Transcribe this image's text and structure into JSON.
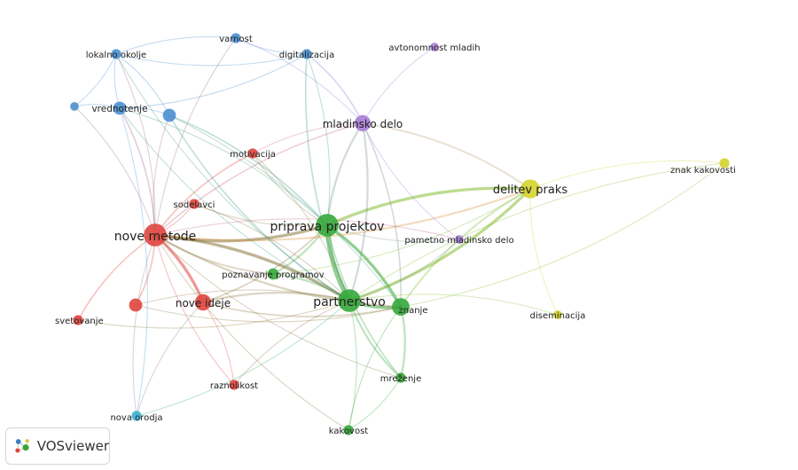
{
  "app": {
    "name": "VOSviewer"
  },
  "colors": {
    "red": "#e0453e",
    "green": "#35a83a",
    "blue": "#4a90d0",
    "purple": "#a97ed6",
    "yellow": "#d4d42e",
    "cyan": "#3ab0d0"
  },
  "nodes": [
    {
      "id": "nove_metode",
      "label": "nove metode",
      "cluster": "red",
      "size": 3
    },
    {
      "id": "nove_ideje",
      "label": "nove ideje",
      "cluster": "red",
      "size": 2
    },
    {
      "id": "motivacija",
      "label": "motivacija",
      "cluster": "red",
      "size": 1
    },
    {
      "id": "sodelavci",
      "label": "sodelavci",
      "cluster": "red",
      "size": 1
    },
    {
      "id": "svetovanje",
      "label": "svetovanje",
      "cluster": "red",
      "size": 1
    },
    {
      "id": "raznolikost",
      "label": "raznolikost",
      "cluster": "red",
      "size": 1
    },
    {
      "id": "red_unlabeled",
      "label": "",
      "cluster": "red",
      "size": 1.5
    },
    {
      "id": "priprava_projektov",
      "label": "priprava projektov",
      "cluster": "green",
      "size": 3
    },
    {
      "id": "partnerstvo",
      "label": "partnerstvo",
      "cluster": "green",
      "size": 3
    },
    {
      "id": "znanje",
      "label": "znanje",
      "cluster": "green",
      "size": 2.2
    },
    {
      "id": "poznavanje_programov",
      "label": "poznavanje programov",
      "cluster": "green",
      "size": 1.2
    },
    {
      "id": "mrezenje",
      "label": "mreženje",
      "cluster": "green",
      "size": 1
    },
    {
      "id": "kakovost",
      "label": "kakovost",
      "cluster": "green",
      "size": 1
    },
    {
      "id": "lokalno_okolje",
      "label": "lokalno okolje",
      "cluster": "blue",
      "size": 1
    },
    {
      "id": "varnost",
      "label": "varnost",
      "cluster": "blue",
      "size": 1
    },
    {
      "id": "digitalizacija",
      "label": "digitalizacija",
      "cluster": "blue",
      "size": 1
    },
    {
      "id": "vrednotenje",
      "label": "vrednotenje",
      "cluster": "blue",
      "size": 1.5
    },
    {
      "id": "blue_small",
      "label": "",
      "cluster": "blue",
      "size": 0.8
    },
    {
      "id": "blue_unlabeled",
      "label": "",
      "cluster": "blue",
      "size": 1.5
    },
    {
      "id": "mladinsko_delo",
      "label": "mladinsko delo",
      "cluster": "purple",
      "size": 2
    },
    {
      "id": "avtonomnost_mladih",
      "label": "avtonomnost mladih",
      "cluster": "purple",
      "size": 0.8
    },
    {
      "id": "pametno_mladinsko_delo",
      "label": "pametno mladinsko delo",
      "cluster": "purple",
      "size": 0.8
    },
    {
      "id": "delitev_praks",
      "label": "delitev praks",
      "cluster": "yellow",
      "size": 2.4
    },
    {
      "id": "znak_kakovosti",
      "label": "znak kakovosti",
      "cluster": "yellow",
      "size": 1
    },
    {
      "id": "diseminacija",
      "label": "diseminacija",
      "cluster": "yellow",
      "size": 0.8
    },
    {
      "id": "nova_orodja",
      "label": "nova orodja",
      "cluster": "cyan",
      "size": 1
    }
  ],
  "links": [
    [
      "priprava_projektov",
      "partnerstvo",
      5
    ],
    [
      "priprava_projektov",
      "znanje",
      3
    ],
    [
      "partnerstvo",
      "znanje",
      3
    ],
    [
      "priprava_projektov",
      "poznavanje_programov",
      2
    ],
    [
      "partnerstvo",
      "poznavanje_programov",
      2
    ],
    [
      "priprava_projektov",
      "nove_metode",
      3
    ],
    [
      "partnerstvo",
      "nove_metode",
      3
    ],
    [
      "nove_metode",
      "nove_ideje",
      3
    ],
    [
      "nove_metode",
      "znanje",
      2
    ],
    [
      "nove_ideje",
      "partnerstvo",
      2
    ],
    [
      "nove_ideje",
      "priprava_projektov",
      1.5
    ],
    [
      "priprava_projektov",
      "delitev_praks",
      3
    ],
    [
      "partnerstvo",
      "delitev_praks",
      3
    ],
    [
      "znanje",
      "delitev_praks",
      2
    ],
    [
      "nove_metode",
      "delitev_praks",
      2
    ],
    [
      "mladinsko_delo",
      "delitev_praks",
      2
    ],
    [
      "mladinsko_delo",
      "priprava_projektov",
      2
    ],
    [
      "mladinsko_delo",
      "partnerstvo",
      2
    ],
    [
      "mladinsko_delo",
      "digitalizacija",
      1.5
    ],
    [
      "mladinsko_delo",
      "avtonomnost_mladih",
      1
    ],
    [
      "mladinsko_delo",
      "pametno_mladinsko_delo",
      1
    ],
    [
      "mladinsko_delo",
      "znanje",
      1.5
    ],
    [
      "mladinsko_delo",
      "nove_metode",
      1.5
    ],
    [
      "delitev_praks",
      "znak_kakovosti",
      1
    ],
    [
      "delitev_praks",
      "diseminacija",
      1
    ],
    [
      "partnerstvo",
      "znak_kakovosti",
      1
    ],
    [
      "znanje",
      "znak_kakovosti",
      1
    ],
    [
      "partnerstvo",
      "diseminacija",
      1
    ],
    [
      "partnerstvo",
      "mrezenje",
      2
    ],
    [
      "znanje",
      "mrezenje",
      2
    ],
    [
      "priprava_projektov",
      "mrezenje",
      1.5
    ],
    [
      "partnerstvo",
      "kakovost",
      1
    ],
    [
      "znanje",
      "kakovost",
      1
    ],
    [
      "mrezenje",
      "kakovost",
      1
    ],
    [
      "nove_metode",
      "kakovost",
      1
    ],
    [
      "nove_metode",
      "motivacija",
      1.5
    ],
    [
      "motivacija",
      "priprava_projektov",
      1
    ],
    [
      "motivacija",
      "partnerstvo",
      1
    ],
    [
      "nove_metode",
      "sodelavci",
      1
    ],
    [
      "sodelavci",
      "partnerstvo",
      1
    ],
    [
      "nove_metode",
      "svetovanje",
      1.5
    ],
    [
      "nove_metode",
      "red_unlabeled",
      1.5
    ],
    [
      "nove_metode",
      "raznolikost",
      1
    ],
    [
      "raznolikost",
      "partnerstvo",
      1
    ],
    [
      "nove_metode",
      "vrednotenje",
      1.5
    ],
    [
      "vrednotenje",
      "lokalno_okolje",
      1
    ],
    [
      "vrednotenje",
      "blue_small",
      1
    ],
    [
      "vrednotenje",
      "blue_unlabeled",
      1
    ],
    [
      "vrednotenje",
      "digitalizacija",
      1
    ],
    [
      "vrednotenje",
      "priprava_projektov",
      1
    ],
    [
      "vrednotenje",
      "partnerstvo",
      1
    ],
    [
      "lokalno_okolje",
      "varnost",
      1
    ],
    [
      "lokalno_okolje",
      "digitalizacija",
      1
    ],
    [
      "lokalno_okolje",
      "nove_metode",
      1
    ],
    [
      "lokalno_okolje",
      "partnerstvo",
      1
    ],
    [
      "lokalno_okolje",
      "blue_unlabeled",
      1
    ],
    [
      "varnost",
      "digitalizacija",
      1
    ],
    [
      "varnost",
      "mladinsko_delo",
      1
    ],
    [
      "varnost",
      "nove_metode",
      1
    ],
    [
      "digitalizacija",
      "priprava_projektov",
      1
    ],
    [
      "digitalizacija",
      "partnerstvo",
      1.5
    ],
    [
      "blue_unlabeled",
      "priprava_projektov",
      1.5
    ],
    [
      "blue_unlabeled",
      "partnerstvo",
      1.5
    ],
    [
      "blue_unlabeled",
      "znanje",
      1
    ],
    [
      "blue_unlabeled",
      "nove_metode",
      1
    ],
    [
      "blue_small",
      "nove_metode",
      1
    ],
    [
      "blue_small",
      "lokalno_okolje",
      1
    ],
    [
      "nova_orodja",
      "nove_metode",
      1
    ],
    [
      "nova_orodja",
      "partnerstvo",
      1
    ],
    [
      "nova_orodja",
      "nove_ideje",
      1
    ],
    [
      "nova_orodja",
      "vrednotenje",
      1
    ],
    [
      "nove_ideje",
      "raznolikost",
      1
    ],
    [
      "nove_ideje",
      "znanje",
      1.5
    ],
    [
      "poznavanje_programov",
      "nove_metode",
      1.5
    ],
    [
      "poznavanje_programov",
      "delitev_praks",
      1
    ],
    [
      "pametno_mladinsko_delo",
      "priprava_projektov",
      1
    ],
    [
      "pametno_mladinsko_delo",
      "nove_metode",
      1
    ],
    [
      "pametno_mladinsko_delo",
      "partnerstvo",
      1
    ],
    [
      "svetovanje",
      "partnerstvo",
      1
    ],
    [
      "red_unlabeled",
      "partnerstvo",
      1
    ],
    [
      "red_unlabeled",
      "znanje",
      1
    ],
    [
      "motivacija",
      "mladinsko_delo",
      1
    ],
    [
      "sodelavci",
      "priprava_projektov",
      1
    ],
    [
      "mrezenje",
      "nove_metode",
      1
    ]
  ]
}
